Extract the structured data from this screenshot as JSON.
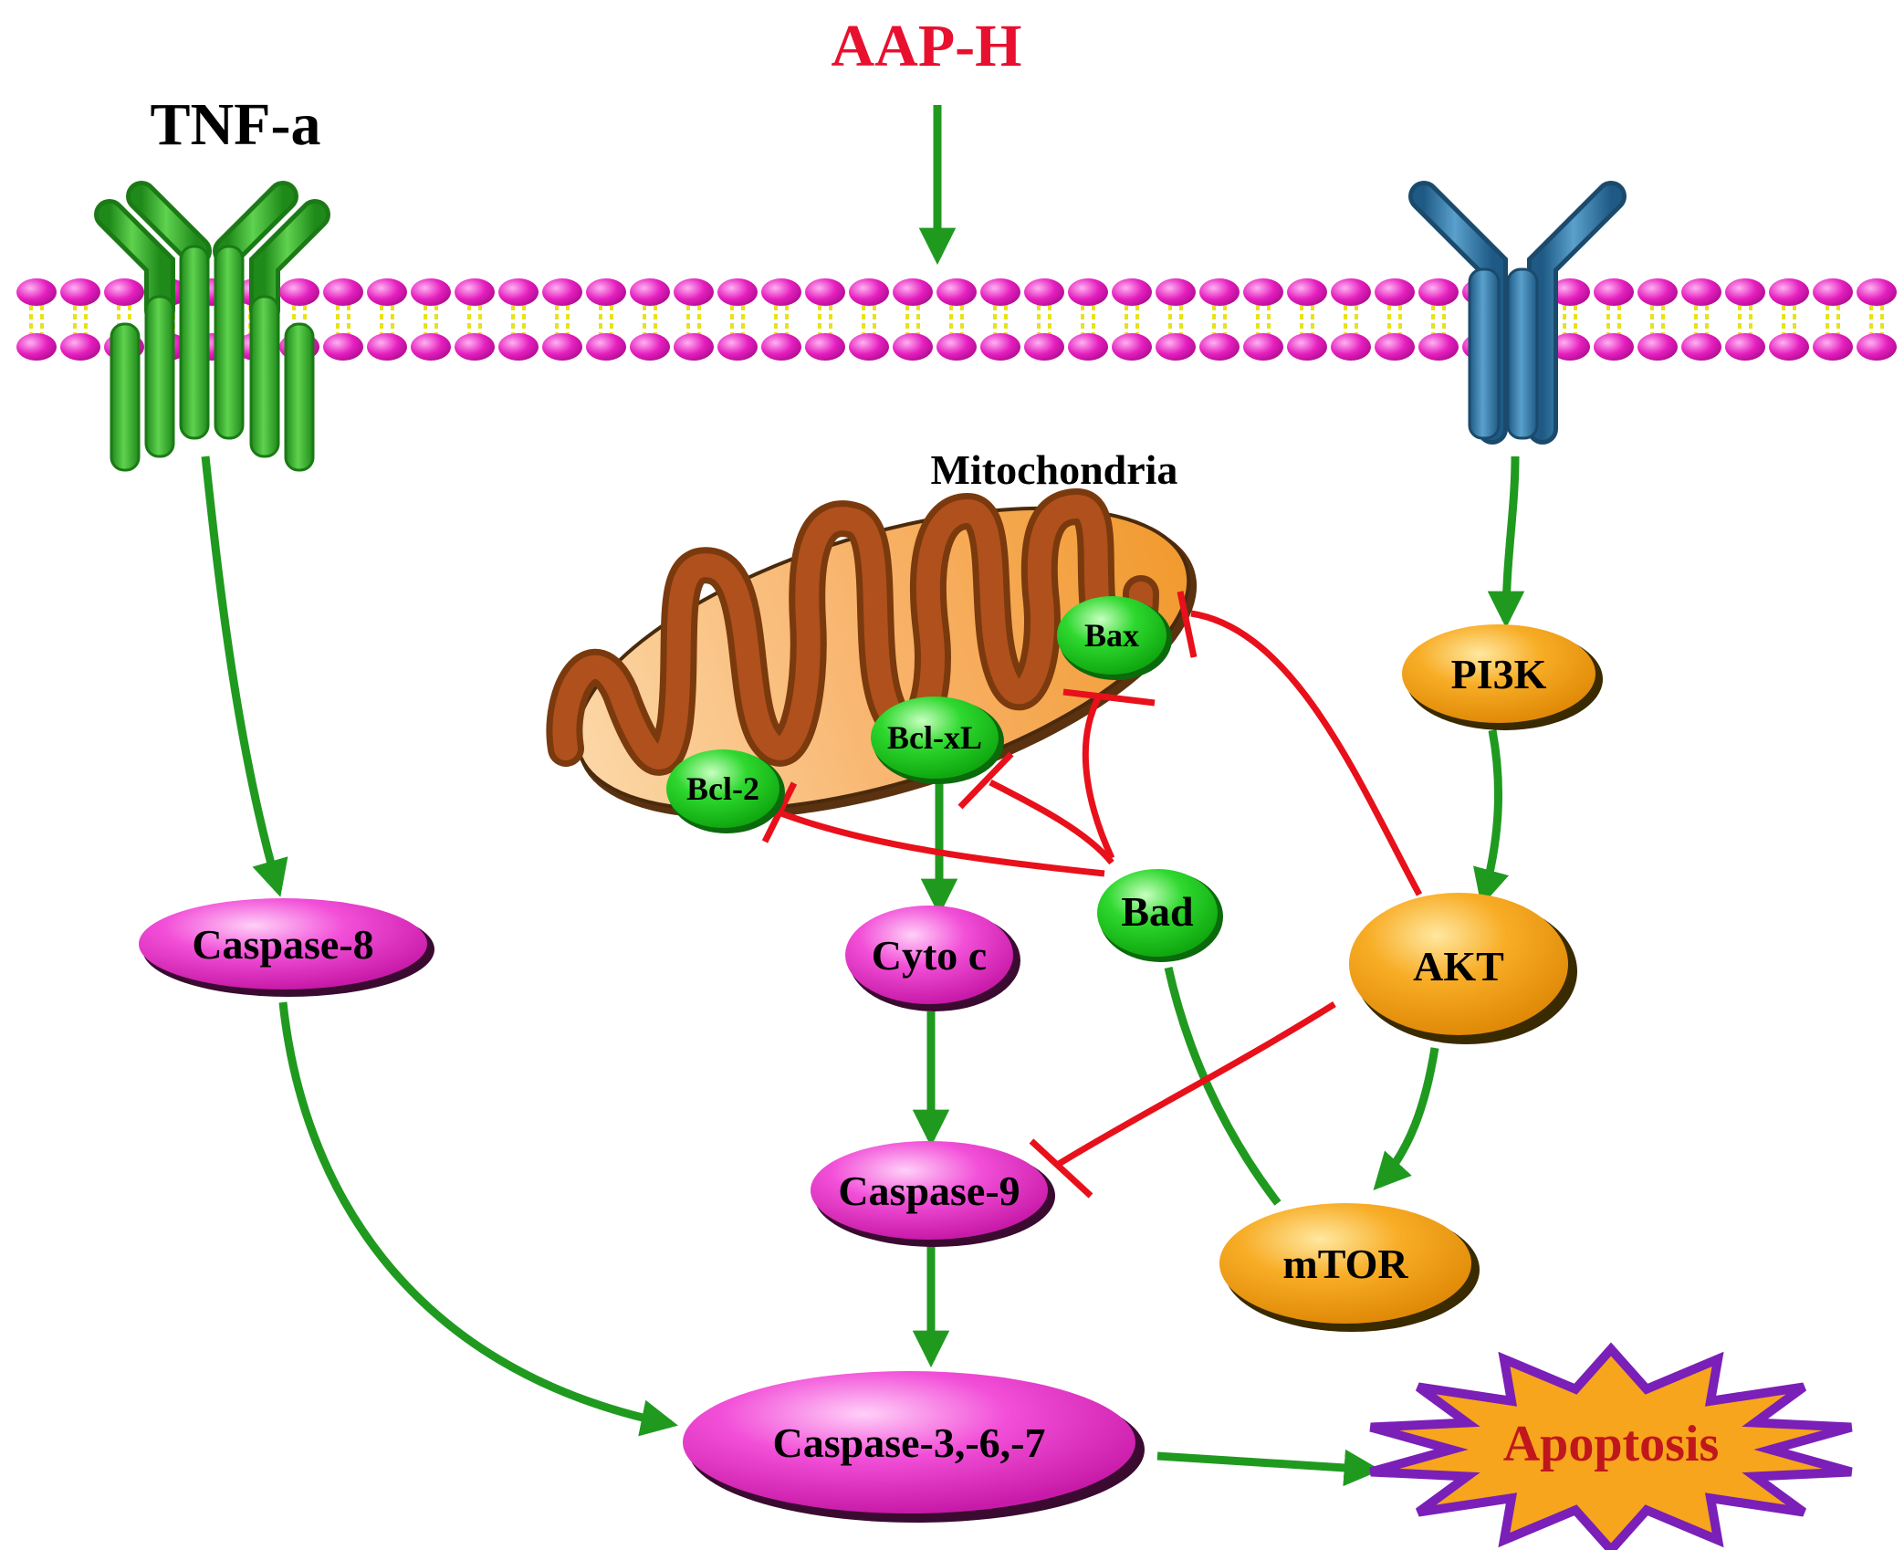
{
  "stimuli": {
    "tnf": "TNF-a",
    "aap": "AAP-H"
  },
  "organelle": {
    "label": "Mitochondria"
  },
  "nodes": {
    "bax": "Bax",
    "bclxl": "Bcl-xL",
    "bcl2": "Bcl-2",
    "bad": "Bad",
    "pi3k": "PI3K",
    "akt": "AKT",
    "mtor": "mTOR",
    "cytoc": "Cyto c",
    "casp8": "Caspase-8",
    "casp9": "Caspase-9",
    "casp367": "Caspase-3,-6,-7",
    "apoptosis": "Apoptosis"
  },
  "colors": {
    "activation": "#1f9a1f",
    "inhibition": "#e8101a",
    "membrane_head": "#e51fbf",
    "membrane_tail": "#f2ee2a",
    "tnf_receptor": "#2fae23",
    "growth_receptor": "#2f78a8",
    "caspase": "#f04ad8",
    "kinase": "#f6a21a",
    "bcl_family": "#19c519",
    "apoptosis_fill": "#f7a51c",
    "apoptosis_border": "#7a1fb8"
  }
}
